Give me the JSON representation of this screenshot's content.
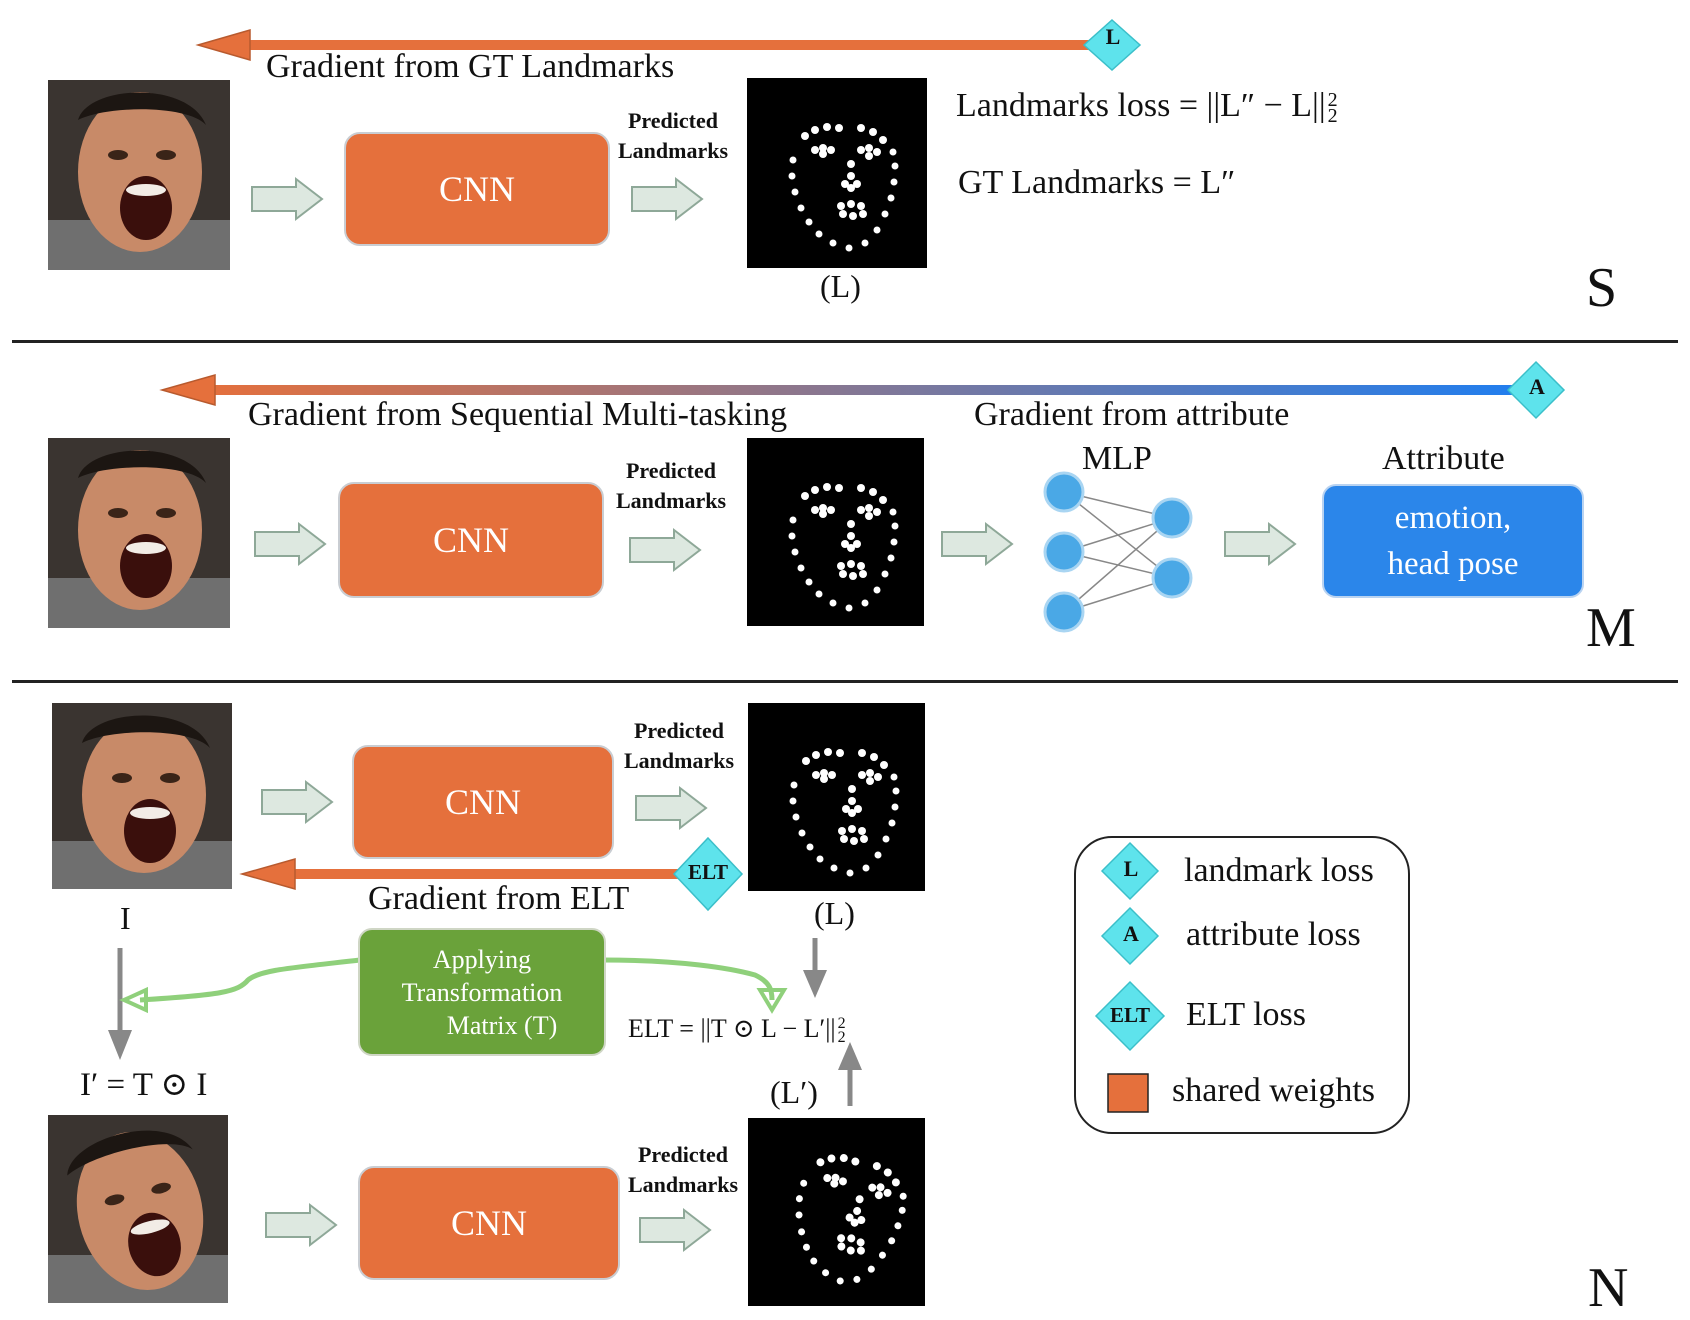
{
  "panels": {
    "s": {
      "gradient_label": "Gradient from GT Landmarks",
      "gradient_badge": "L",
      "cnn_label": "CNN",
      "pred_line1": "Predicted",
      "pred_line2": "Landmarks",
      "output_label": "(L)",
      "formula_loss": "Landmarks loss = ||L″ − L||",
      "formula_loss_sup": "2",
      "formula_loss_sub": "2",
      "formula_gt": "GT Landmarks = L″",
      "section_letter": "S"
    },
    "m": {
      "gradient_label": "Gradient from Sequential Multi-tasking",
      "gradient_attr_label": "Gradient from attribute",
      "gradient_badge": "A",
      "cnn_label": "CNN",
      "pred_line1": "Predicted",
      "pred_line2": "Landmarks",
      "mlp_label": "MLP",
      "attribute_title": "Attribute",
      "attribute_line1": "emotion,",
      "attribute_line2": "head pose",
      "section_letter": "M"
    },
    "n": {
      "cnn_label": "CNN",
      "pred_line1": "Predicted",
      "pred_line2": "Landmarks",
      "elt_badge": "ELT",
      "gradient_label": "Gradient from ELT",
      "input_label": "I",
      "output_label": "(L)",
      "transform_line1": "Applying",
      "transform_line2": "Transformation",
      "transform_line3": "Matrix (T)",
      "elt_formula": "ELT = ||T ⊙ L − L′||",
      "elt_formula_sup": "2",
      "elt_formula_sub": "2",
      "transformed_input": "I′ = T ⊙ I",
      "transformed_output": "(L′)",
      "cnn2_label": "CNN",
      "pred2_line1": "Predicted",
      "pred2_line2": "Landmarks",
      "section_letter": "N"
    }
  },
  "legend": {
    "items": [
      {
        "badge": "L",
        "label": "landmark loss"
      },
      {
        "badge": "A",
        "label": "attribute loss"
      },
      {
        "badge": "ELT",
        "label": "ELT loss"
      },
      {
        "badge": "",
        "label": "shared weights"
      }
    ]
  },
  "colors": {
    "cnn": "#e5703c",
    "badge": "#5ee3ec",
    "attribute": "#2b86ea",
    "transform": "#6aa23a",
    "arrow_fill": "#dde8e0",
    "gradient_start": "#e5703c",
    "gradient_end": "#1f7ef0"
  }
}
